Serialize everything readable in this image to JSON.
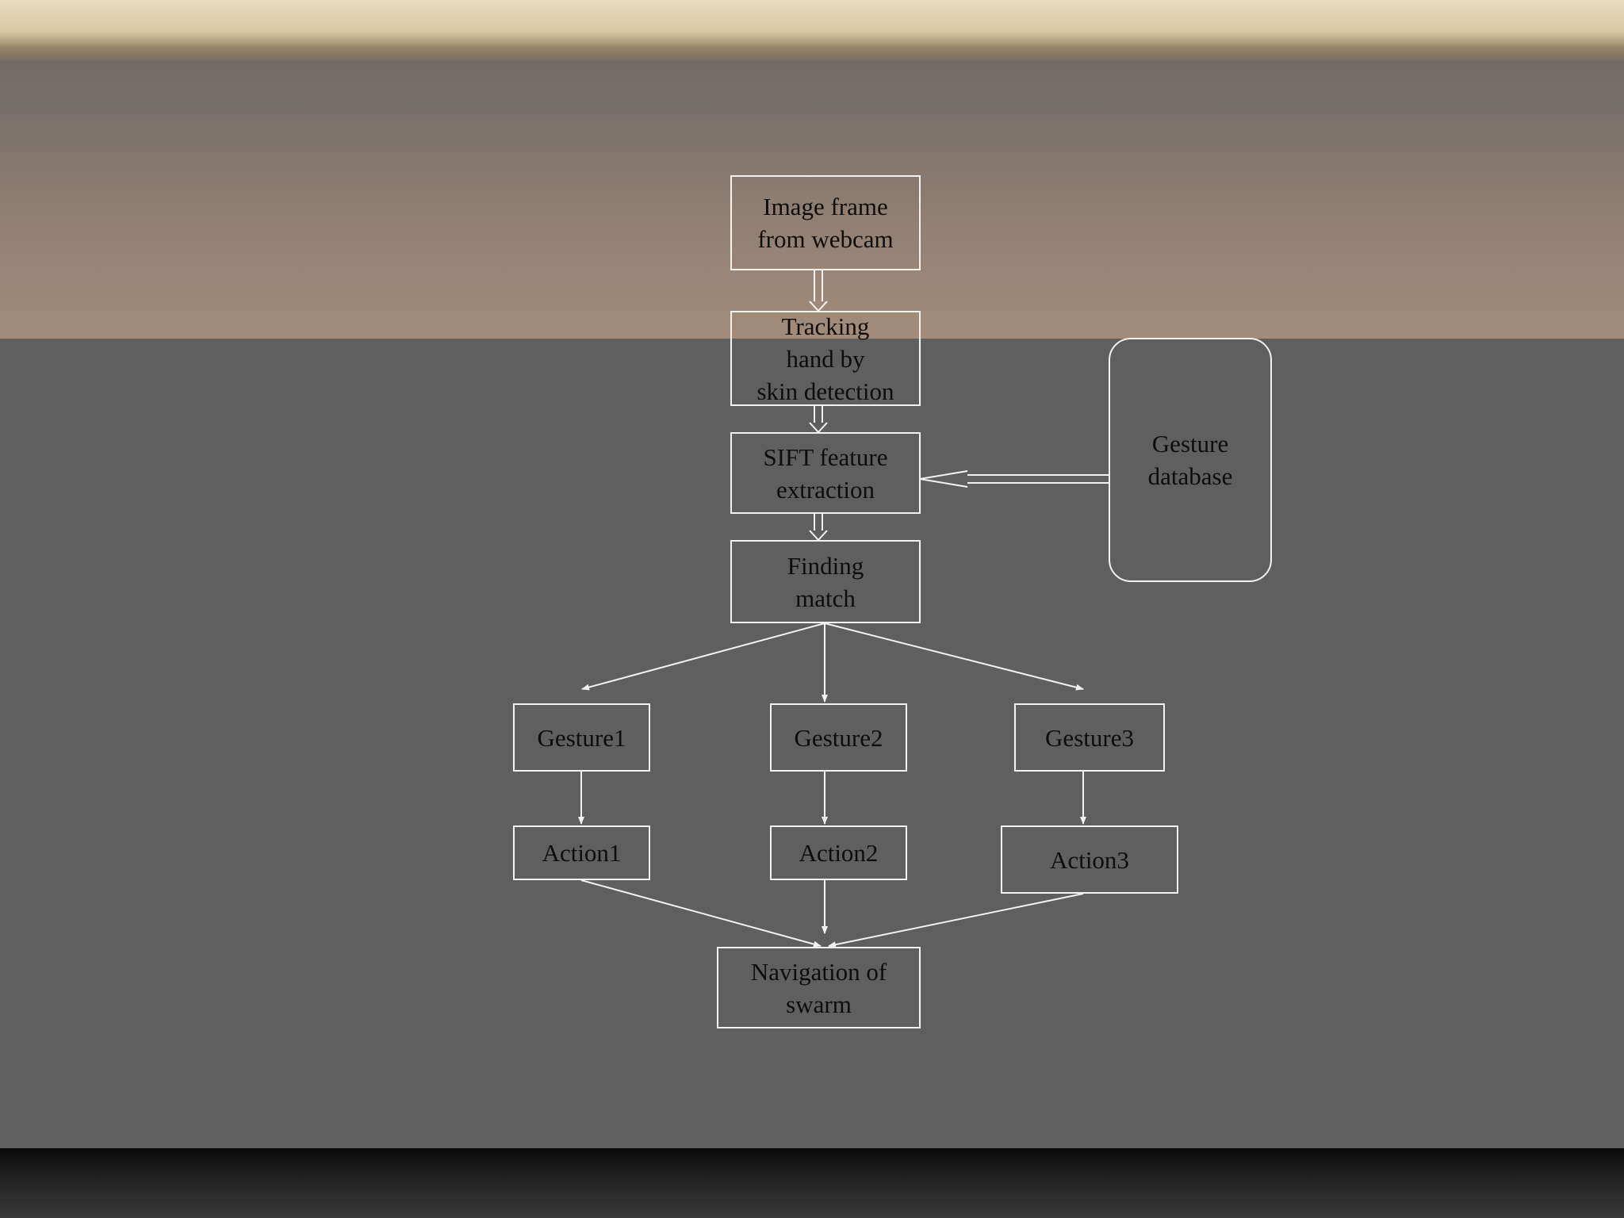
{
  "colors": {
    "box_border": "#f2f2f2",
    "text": "#0d0d0d",
    "slide_background": "#5f5f5f",
    "connector": "#f2f2f2"
  },
  "diagram": {
    "nodes": {
      "webcam": "Image frame\nfrom webcam",
      "tracking": "Tracking\nhand by\nskin detection",
      "sift": "SIFT feature\nextraction",
      "database": "Gesture\ndatabase",
      "match": "Finding\nmatch",
      "gesture1": "Gesture1",
      "gesture2": "Gesture2",
      "gesture3": "Gesture3",
      "action1": "Action1",
      "action2": "Action2",
      "action3": "Action3",
      "navigation": "Navigation of\nswarm"
    },
    "edges": [
      {
        "from": "webcam",
        "to": "tracking",
        "style": "hollow-double"
      },
      {
        "from": "tracking",
        "to": "sift",
        "style": "hollow-double"
      },
      {
        "from": "sift",
        "to": "match",
        "style": "hollow-double"
      },
      {
        "from": "database",
        "to": "sift",
        "style": "hollow-double"
      },
      {
        "from": "match",
        "to": "gesture1",
        "style": "thin"
      },
      {
        "from": "match",
        "to": "gesture2",
        "style": "thin"
      },
      {
        "from": "match",
        "to": "gesture3",
        "style": "thin"
      },
      {
        "from": "gesture1",
        "to": "action1",
        "style": "thin"
      },
      {
        "from": "gesture2",
        "to": "action2",
        "style": "thin"
      },
      {
        "from": "gesture3",
        "to": "action3",
        "style": "thin"
      },
      {
        "from": "action1",
        "to": "navigation",
        "style": "thin"
      },
      {
        "from": "action2",
        "to": "navigation",
        "style": "thin"
      },
      {
        "from": "action3",
        "to": "navigation",
        "style": "thin"
      }
    ]
  }
}
